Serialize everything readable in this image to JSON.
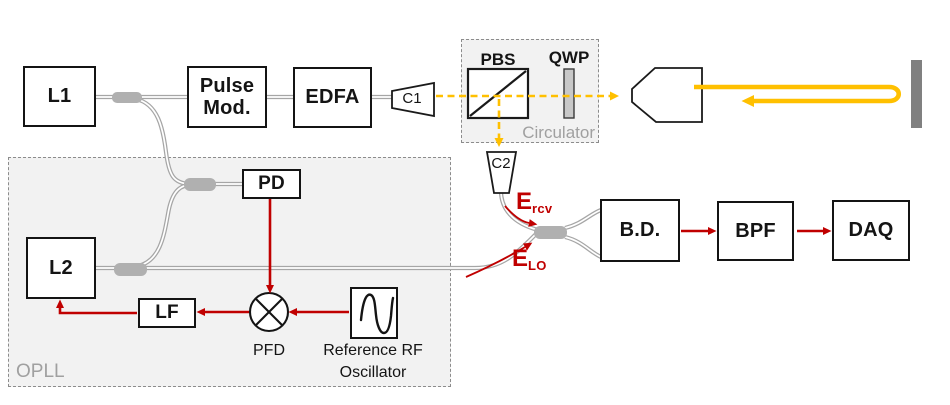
{
  "diagram": {
    "title": "Pulsed coherent lidar optical setup",
    "boxes": {
      "l1": "L1",
      "pulse_mod": "Pulse\nMod.",
      "edfa": "EDFA",
      "pd": "PD",
      "l2": "L2",
      "lf": "LF",
      "bd": "B.D.",
      "bpf": "BPF",
      "daq": "DAQ"
    },
    "labels": {
      "pbs": "PBS",
      "qwp": "QWP",
      "circulator": "Circulator",
      "c1": "C1",
      "c2": "C2",
      "pfd": "PFD",
      "rf_oscillator": "Reference RF\nOscillator",
      "opll": "OPLL",
      "e_rcv_main": "E",
      "e_rcv_sub": "rcv",
      "e_lo_main": "E",
      "e_lo_sub": "LO"
    },
    "icons": {
      "sine_wave": "sine-wave-icon",
      "mixer": "mixer-cross-icon",
      "target": "target-mirror"
    },
    "colors": {
      "signal_red": "#c00000",
      "beam_yellow": "#ffc000",
      "fiber_gray": "#a6a6a6",
      "panel_gray": "#f2f2f2",
      "label_gray": "#a0a0a0",
      "target_gray": "#808080"
    }
  }
}
